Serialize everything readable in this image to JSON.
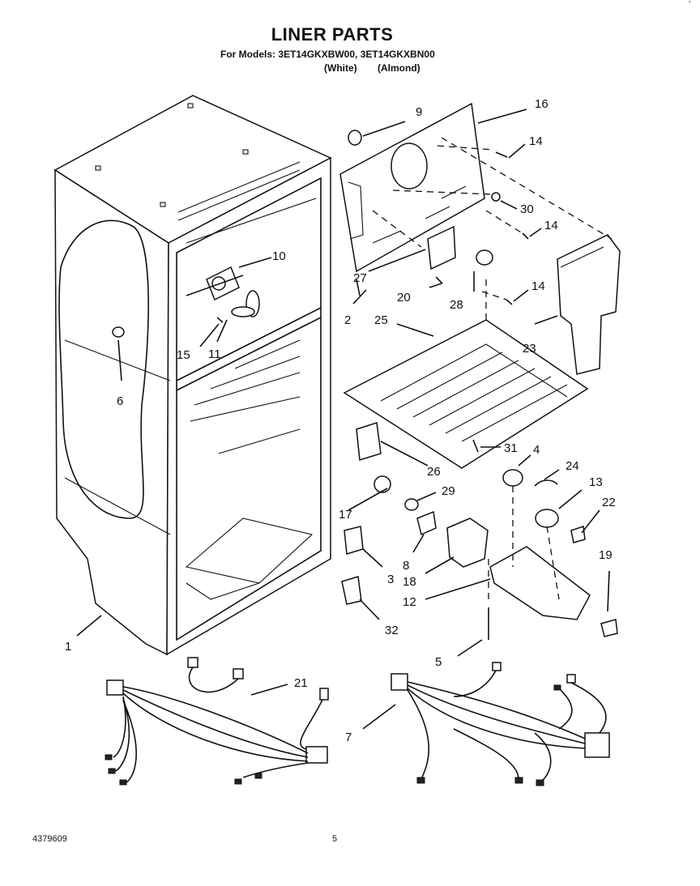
{
  "header": {
    "title": "LINER PARTS",
    "models_line": "For Models: 3ET14GKXBW00, 3ET14GKXBN00",
    "variant_white": "(White)",
    "variant_almond": "(Almond)"
  },
  "footer": {
    "part_number": "4379609",
    "page_number": "5"
  },
  "corner_mark": "'",
  "callouts": {
    "c1": "1",
    "c2": "2",
    "c3": "3",
    "c4": "4",
    "c5": "5",
    "c6": "6",
    "c7": "7",
    "c8": "8",
    "c9": "9",
    "c10": "10",
    "c11": "11",
    "c12": "12",
    "c13": "13",
    "c14a": "14",
    "c14b": "14",
    "c14c": "14",
    "c15": "15",
    "c16": "16",
    "c17": "17",
    "c18": "18",
    "c19": "19",
    "c20": "20",
    "c21": "21",
    "c22": "22",
    "c23": "23",
    "c24": "24",
    "c25": "25",
    "c26": "26",
    "c27": "27",
    "c28": "28",
    "c29": "29",
    "c30": "30",
    "c31": "31",
    "c32": "32"
  }
}
